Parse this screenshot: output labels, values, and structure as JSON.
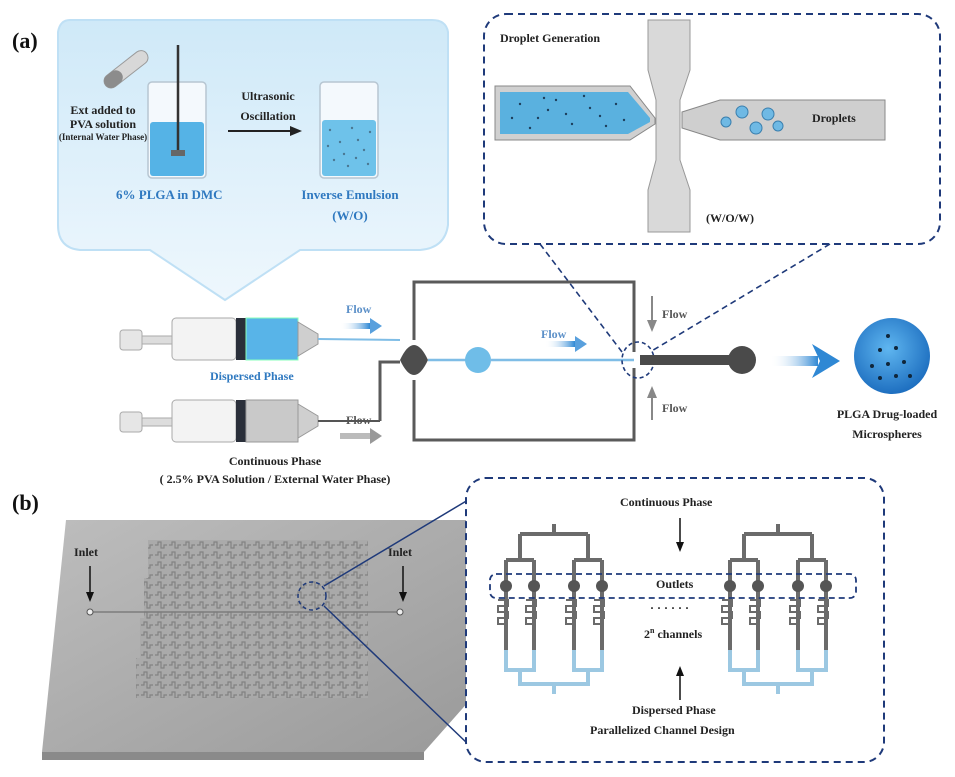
{
  "panel_a": {
    "label": "(a)",
    "ext_line1": "Ext added to",
    "ext_line2": "PVA solution",
    "ext_line3": "(Internal Water Phase)",
    "plga_dmc": "6% PLGA in DMC",
    "ultrasonic_line1": "Ultrasonic",
    "ultrasonic_line2": "Oscillation",
    "inverse_line1": "Inverse Emulsion",
    "inverse_line2": "(W/O)",
    "droplet_generation": "Droplet Generation",
    "droplets": "Droplets",
    "wow": "(W/O/W)",
    "flow_top": "Flow",
    "flow_mid": "Flow",
    "flow_down": "Flow",
    "flow_up": "Flow",
    "flow_bottom": "Flow",
    "dispersed_phase": "Dispersed Phase",
    "continuous_line1": "Continuous Phase",
    "continuous_line2": "( 2.5% PVA Solution / External Water Phase)",
    "product_line1": "PLGA Drug-loaded",
    "product_line2": "Microspheres"
  },
  "panel_b": {
    "label": "(b)",
    "inlet_left": "Inlet",
    "inlet_right": "Inlet",
    "continuous_phase": "Continuous Phase",
    "outlets": "Outlets",
    "dots": "· · · · · ·",
    "channels_base": "2",
    "channels_sup": "n",
    "channels_rest": " channels",
    "dispersed_phase": "Dispersed Phase",
    "design": "Parallelized Channel Design"
  },
  "colors": {
    "accent_blue": "#2f79c0",
    "liquid_blue": "#5bb5e6",
    "dashed_navy": "#1f3a7a",
    "channel_gray": "#5a5a5a"
  }
}
